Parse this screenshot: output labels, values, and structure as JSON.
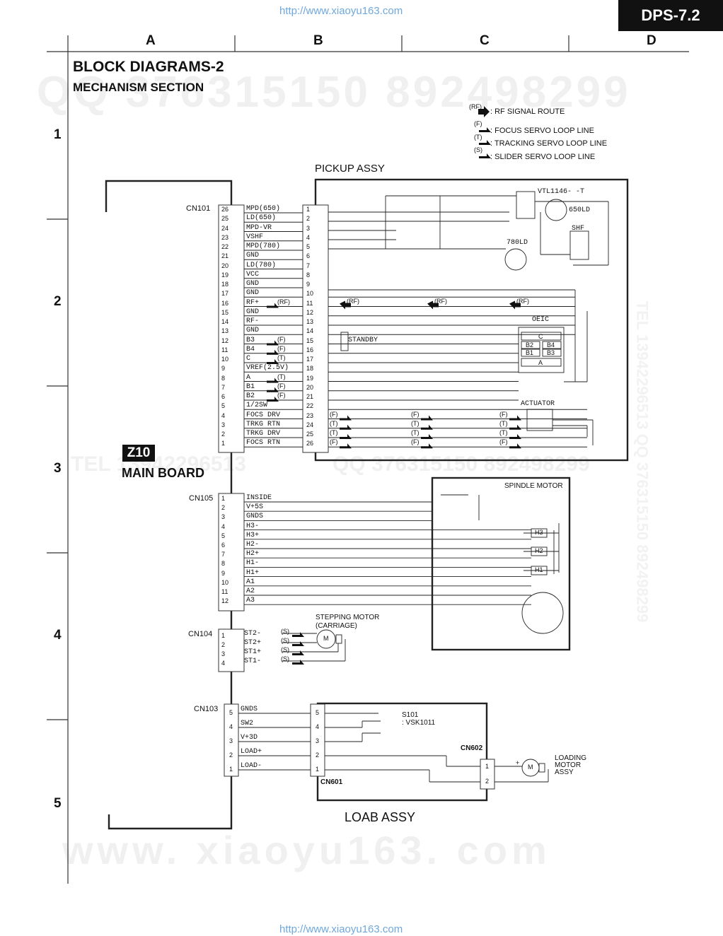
{
  "header": {
    "url_top": "http://www.xiaoyu163.com",
    "url_bottom": "http://www.xiaoyu163.com",
    "model": "DPS-7.2"
  },
  "columns": [
    "A",
    "B",
    "C",
    "D"
  ],
  "rows": [
    "1",
    "2",
    "3",
    "4",
    "5"
  ],
  "titles": {
    "main": "BLOCK DIAGRAMS-2",
    "sub": "MECHANISM SECTION"
  },
  "legend": [
    {
      "tag": "(RF)",
      "text": ": RF SIGNAL ROUTE"
    },
    {
      "tag": "(F)",
      "text": ": FOCUS SERVO LOOP LINE"
    },
    {
      "tag": "(T)",
      "text": ": TRACKING SERVO LOOP LINE"
    },
    {
      "tag": "(S)",
      "text": ": SLIDER SERVO LOOP LINE"
    }
  ],
  "watermarks": {
    "qq": "QQ 376315150  892498299",
    "qq2": "QQ 376315150  892498299",
    "tel": "TEL 13942296513",
    "site": "www. xiaoyu163. com",
    "side": "TEL 13942296513  QQ 376315150  892498299"
  },
  "board": {
    "badge": "Z10",
    "name": "MAIN BOARD"
  },
  "pickup": {
    "title": "PICKUP ASSY",
    "cn101": "CN101",
    "pins_left": [
      "26",
      "25",
      "24",
      "23",
      "22",
      "21",
      "20",
      "19",
      "18",
      "17",
      "16",
      "15",
      "14",
      "13",
      "12",
      "11",
      "10",
      "9",
      "8",
      "7",
      "6",
      "5",
      "4",
      "3",
      "2",
      "1"
    ],
    "pins_right": [
      "1",
      "2",
      "3",
      "4",
      "5",
      "6",
      "7",
      "8",
      "9",
      "10",
      "11",
      "12",
      "13",
      "14",
      "15",
      "16",
      "17",
      "18",
      "19",
      "20",
      "21",
      "22",
      "23",
      "24",
      "25",
      "26"
    ],
    "signals": [
      "MPD(650)",
      "LD(650)",
      "MPD-VR",
      "VSHF",
      "MPD(780)",
      "GND",
      "LD(780)",
      "VCC",
      "GND",
      "GND",
      "RF+",
      "GND",
      "RF-",
      "GND",
      "B3",
      "B4",
      "C",
      "VREF(2.5V)",
      "A",
      "B1",
      "B2",
      "1/2SW",
      "FOCS DRV",
      "TRKG RTN",
      "TRKG DRV",
      "FOCS RTN"
    ],
    "sig_tags": [
      "",
      "",
      "",
      "",
      "",
      "",
      "",
      "",
      "",
      "",
      "(RF)",
      "",
      "",
      "",
      "(F)",
      "(F)",
      "(T)",
      "",
      "(T)",
      "(F)",
      "(F)",
      "",
      "",
      "",
      "",
      ""
    ],
    "vtl": "VTL1146- -T",
    "ld650": "650LD",
    "ld780": "780LD",
    "shf": "SHF",
    "oeic": "OEIC",
    "oeic_cells": [
      "C",
      "B2",
      "B4",
      "B1",
      "B3",
      "A"
    ],
    "standby": "STANDBY",
    "actuator": "ACTUATOR",
    "rf_tag": "(RF)",
    "f_tag": "(F)",
    "t_tag": "(T)",
    "s_tag": "(S)"
  },
  "cn105": {
    "label": "CN105",
    "pins": [
      "1",
      "2",
      "3",
      "4",
      "5",
      "6",
      "7",
      "8",
      "9",
      "10",
      "11",
      "12"
    ],
    "signals": [
      "INSIDE",
      "V+5S",
      "GNDS",
      "H3-",
      "H3+",
      "H2-",
      "H2+",
      "H1-",
      "H1+",
      "A1",
      "A2",
      "A3"
    ],
    "spindle": "SPINDLE MOTOR",
    "hall": [
      "H3",
      "H2",
      "H1"
    ]
  },
  "cn104": {
    "label": "CN104",
    "pins": [
      "1",
      "2",
      "3",
      "4"
    ],
    "signals": [
      "ST2-",
      "ST2+",
      "ST1+",
      "ST1-"
    ],
    "stepping": "STEPPING MOTOR",
    "carriage": "(CARRIAGE)",
    "motor": "M"
  },
  "cn103": {
    "label": "CN103",
    "pins": [
      "5",
      "4",
      "3",
      "2",
      "1"
    ],
    "signals": [
      "GNDS",
      "SW2",
      "V+3D",
      "LOAD+",
      "LOAD-"
    ],
    "loab_pins": [
      "5",
      "4",
      "3",
      "2",
      "1"
    ],
    "s101": "S101",
    "vsk": ": VSK1011",
    "cn602": "CN602",
    "cn601": "CN601",
    "cn602_pins": [
      "1",
      "2"
    ],
    "loading": [
      "LOADING",
      "MOTOR",
      "ASSY"
    ],
    "motor": "M",
    "plus": "+",
    "loab": "LOAB ASSY"
  }
}
